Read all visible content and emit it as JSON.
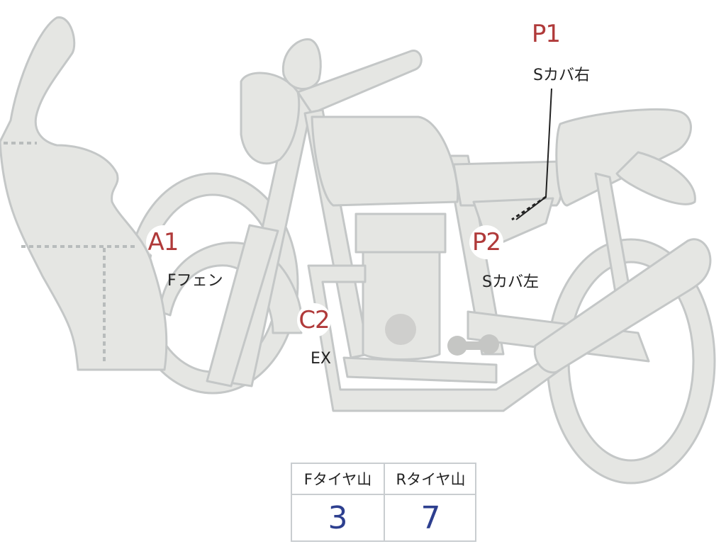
{
  "markers": {
    "p1": {
      "code": "P1",
      "label": "Sカバ右"
    },
    "a1": {
      "code": "A1",
      "label": "Fフェン"
    },
    "p2": {
      "code": "P2",
      "label": "Sカバ左"
    },
    "c2": {
      "code": "C2",
      "label": "EX"
    }
  },
  "tire_table": {
    "headers": [
      "Fタイヤ山",
      "Rタイヤ山"
    ],
    "values": [
      "3",
      "7"
    ]
  },
  "colors": {
    "body_fill": "#e5e6e3",
    "body_stroke": "#c4c7c7",
    "marker_text": "#b03a3a",
    "table_value": "#2d3f8f"
  }
}
